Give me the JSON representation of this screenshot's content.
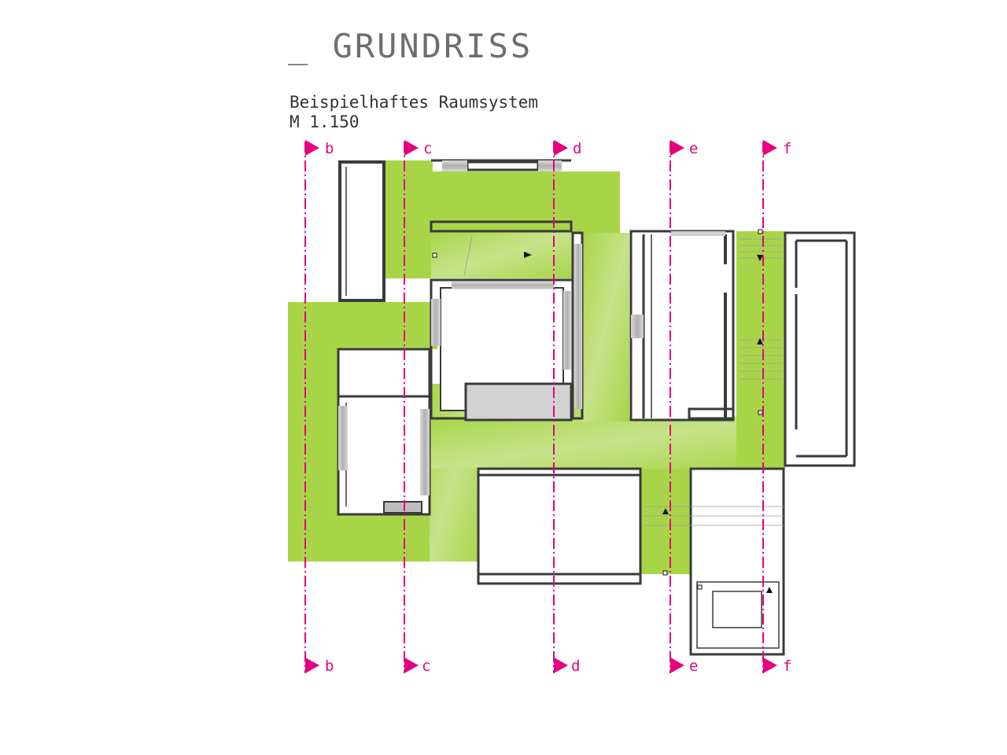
{
  "header": {
    "title": "_ GRUNDRISS",
    "subtitle_line1": "Beispielhaftes Raumsystem",
    "subtitle_line2": "M 1.150"
  },
  "colors": {
    "accent": "#e6007e",
    "green": "#a8d548",
    "green_light": "#c9e48d",
    "wall": "#3a3a3a",
    "glass": "#c4c4c4"
  },
  "sections": [
    {
      "id": "b",
      "label_top": "b",
      "label_bottom": "b"
    },
    {
      "id": "c",
      "label_top": "c",
      "label_bottom": "c"
    },
    {
      "id": "d",
      "label_top": "d",
      "label_bottom": "d"
    },
    {
      "id": "e",
      "label_top": "e",
      "label_bottom": "e"
    },
    {
      "id": "f",
      "label_top": "f",
      "label_bottom": "f"
    }
  ]
}
